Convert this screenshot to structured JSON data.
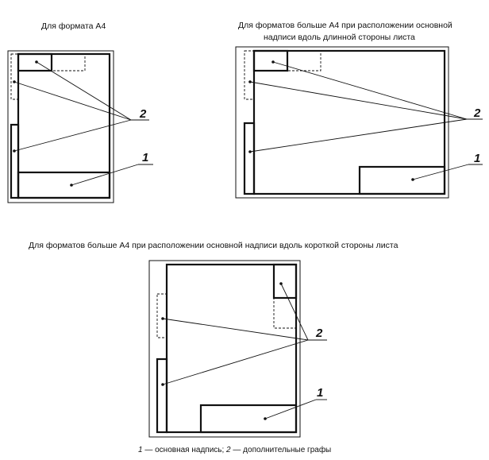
{
  "diagram": {
    "captions": {
      "a4": "Для формата А4",
      "long_side_line1": "Для форматов больше А4 при расположении основной",
      "long_side_line2": "надписи вдоль длинной стороны листа",
      "short_side": "Для форматов больше А4 при расположении основной надписи вдоль короткой стороны листа"
    },
    "callouts": {
      "main_title_block": "1",
      "additional_columns": "2"
    },
    "legend": {
      "n1": "1",
      "t1": " — основная надпись; ",
      "n2": "2",
      "t2": " — дополнительные графы"
    },
    "colors": {
      "line": "#111111",
      "background": "#ffffff"
    }
  }
}
